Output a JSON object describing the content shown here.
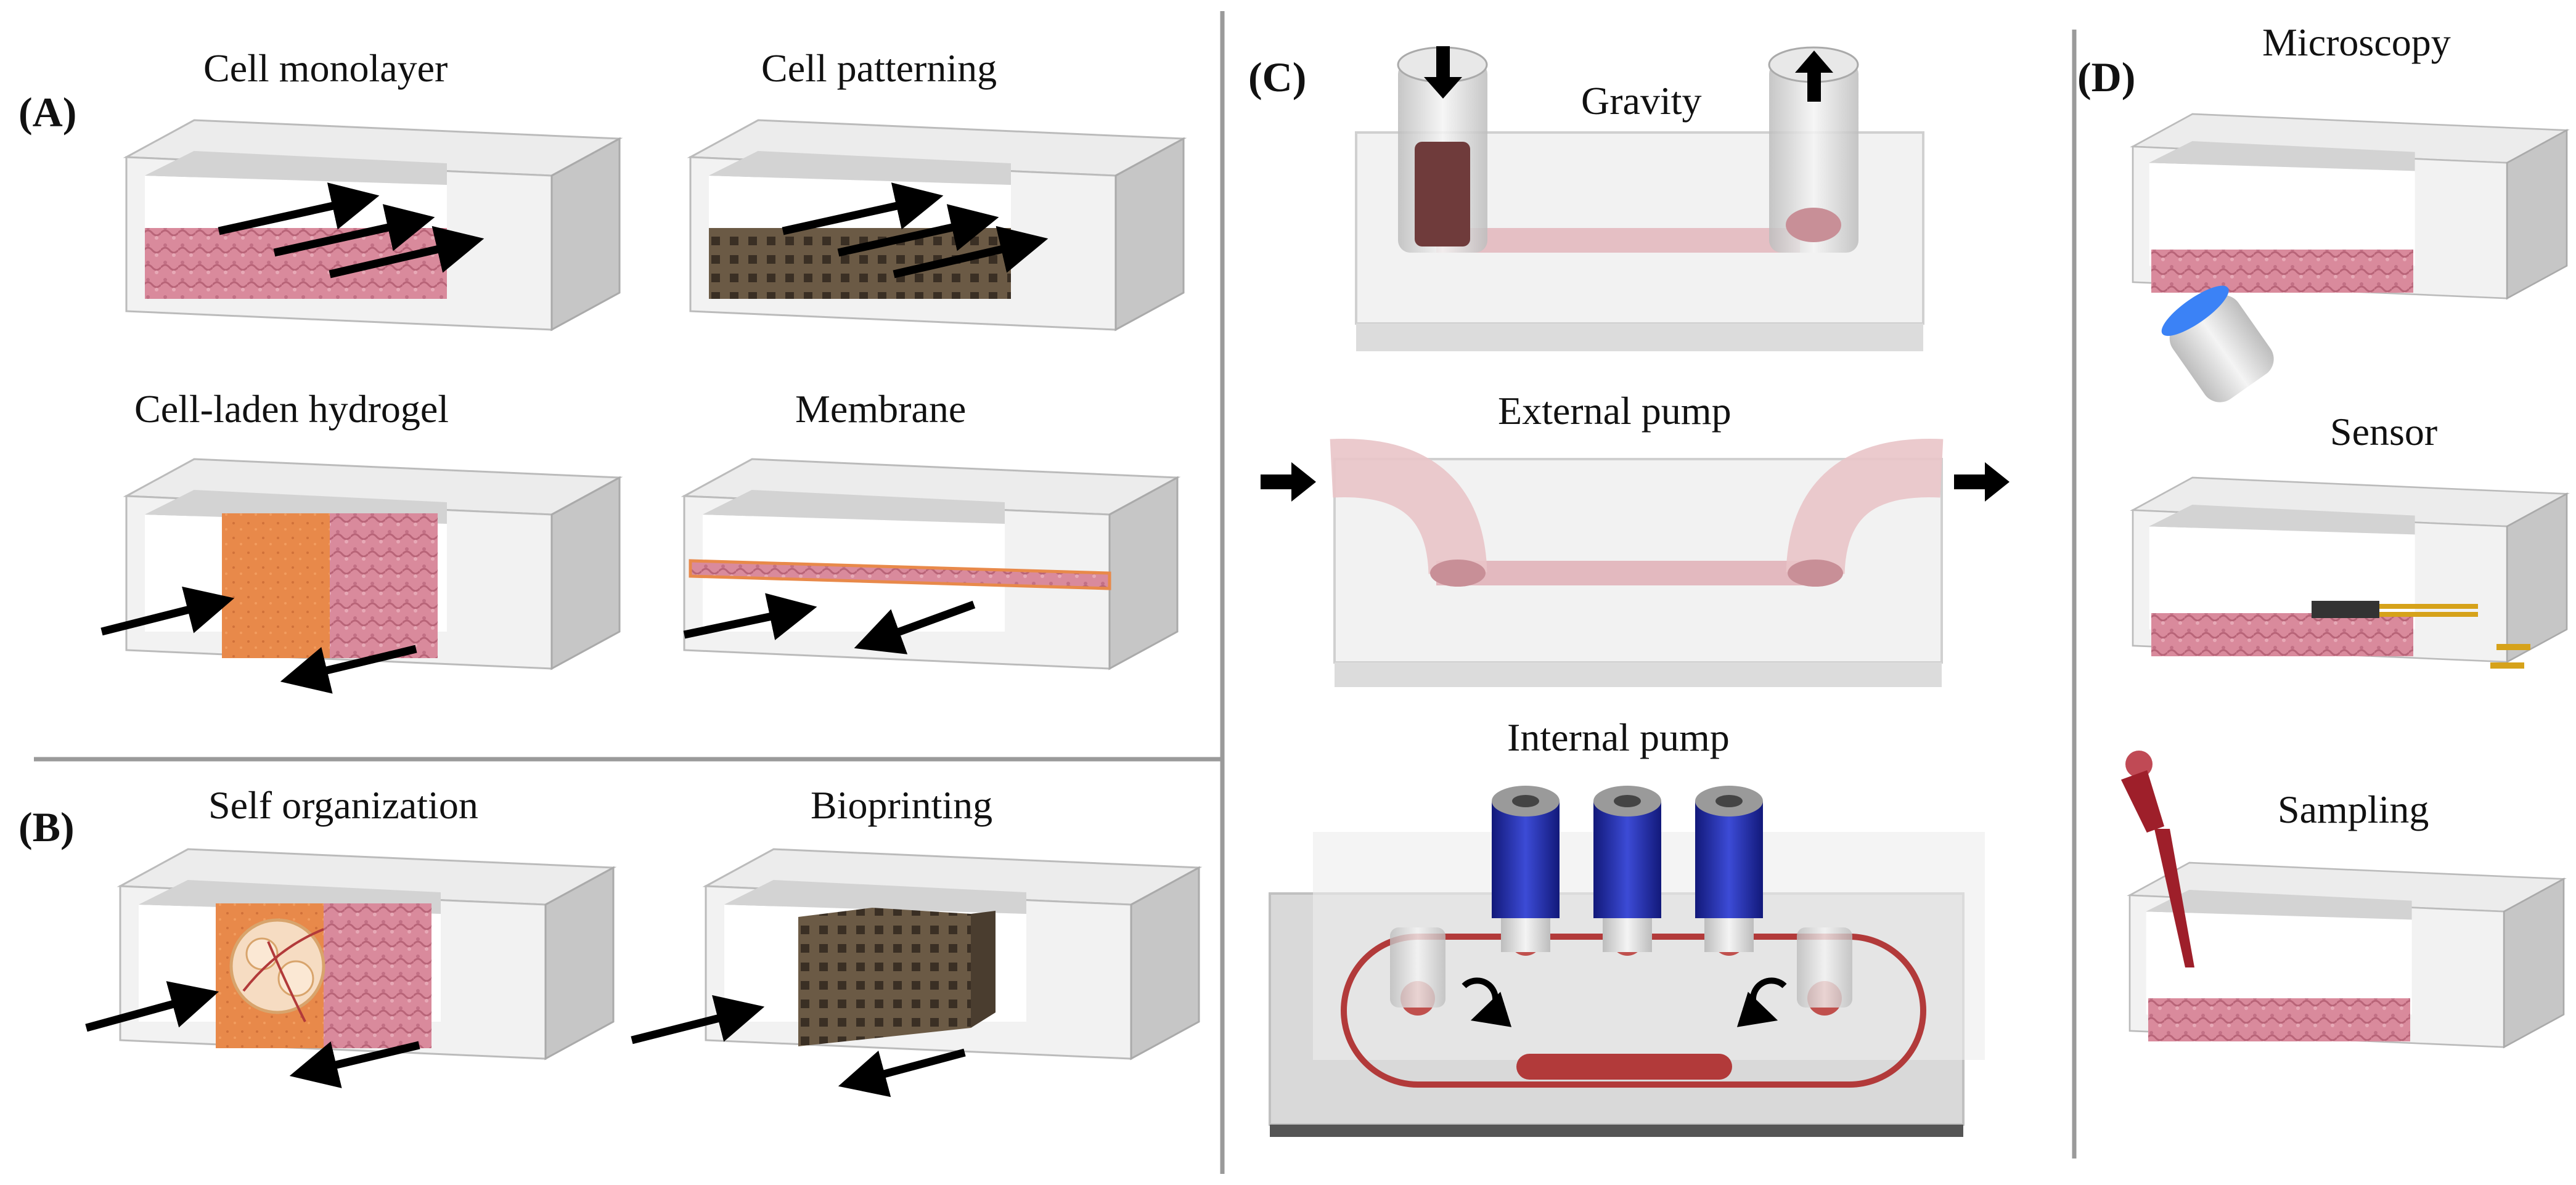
{
  "sections": {
    "a": "(A)",
    "b": "(B)",
    "c": "(C)",
    "d": "(D)"
  },
  "labels": {
    "cell_monolayer": "Cell monolayer",
    "cell_patterning": "Cell patterning",
    "cell_laden_hydrogel": "Cell-laden hydrogel",
    "membrane": "Membrane",
    "self_organization": "Self organization",
    "bioprinting": "Bioprinting",
    "gravity": "Gravity",
    "external_pump": "External pump",
    "internal_pump": "Internal pump",
    "microscopy": "Microscopy",
    "sensor": "Sensor",
    "sampling": "Sampling"
  },
  "colors": {
    "tissue_pink": "#d98a9c",
    "box_grey": "#d8d8d8",
    "divider_grey": "#9a9a9a",
    "pump_blue": "#2633a8",
    "channel_red": "#b23a3a",
    "hydrogel_orange": "#e8894a",
    "sensor_gold": "#d6a21a"
  }
}
